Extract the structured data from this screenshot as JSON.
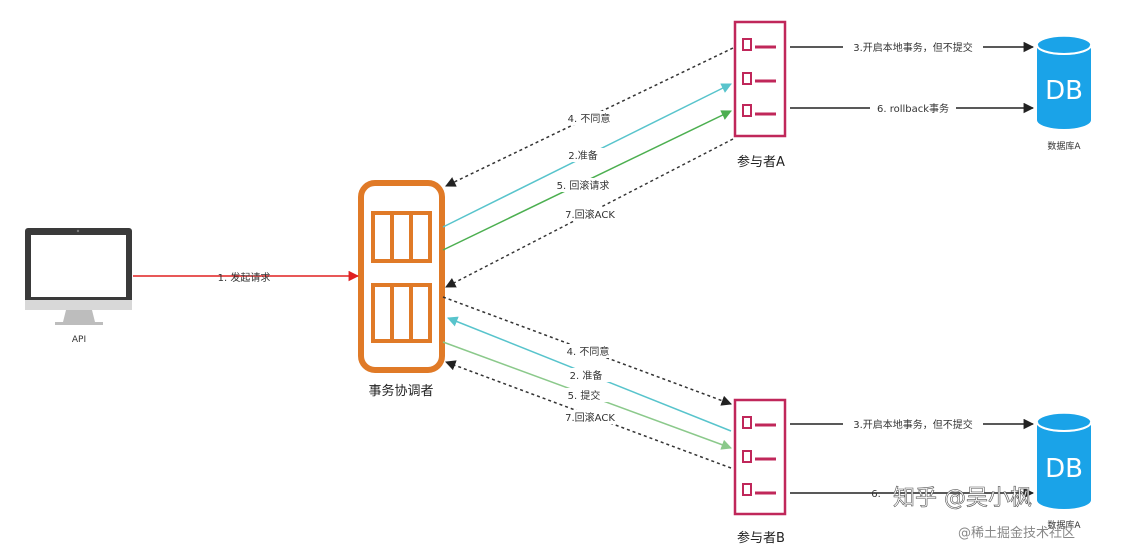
{
  "nodes": {
    "api": "API",
    "coordinator": "事务协调者",
    "participant_a": "参与者A",
    "participant_b": "参与者B",
    "db_a_text": "DB",
    "db_a_label": "数据库A",
    "db_b_text": "DB",
    "db_b_label": "数据库A"
  },
  "edges": {
    "api_request": "1. 发起请求",
    "a_disagree": "4. 不同意",
    "a_prepare": "2.准备",
    "a_rollback_req": "5. 回滚请求",
    "a_rollback_ack": "7.回滚ACK",
    "a_db_begin": "3.开启本地事务，但不提交",
    "a_db_rollback": "6. rollback事务",
    "b_disagree": "4. 不同意",
    "b_prepare": "2. 准备",
    "b_commit": "5. 提交",
    "b_rollback_ack": "7.回滚ACK",
    "b_db_begin": "3.开启本地事务，但不提交",
    "b_db_partial": "6."
  },
  "watermark": {
    "main": "知乎 @吴小枫",
    "sub": "@稀土掘金技术社区"
  },
  "colors": {
    "coordinator": "#e07a27",
    "participant": "#c0275a",
    "db": "#1aa3e8",
    "request": "#e02020",
    "prepare": "#58c4cc",
    "rollback_req": "#4caf50",
    "commit": "#8bc98b",
    "dotted": "#333333"
  }
}
